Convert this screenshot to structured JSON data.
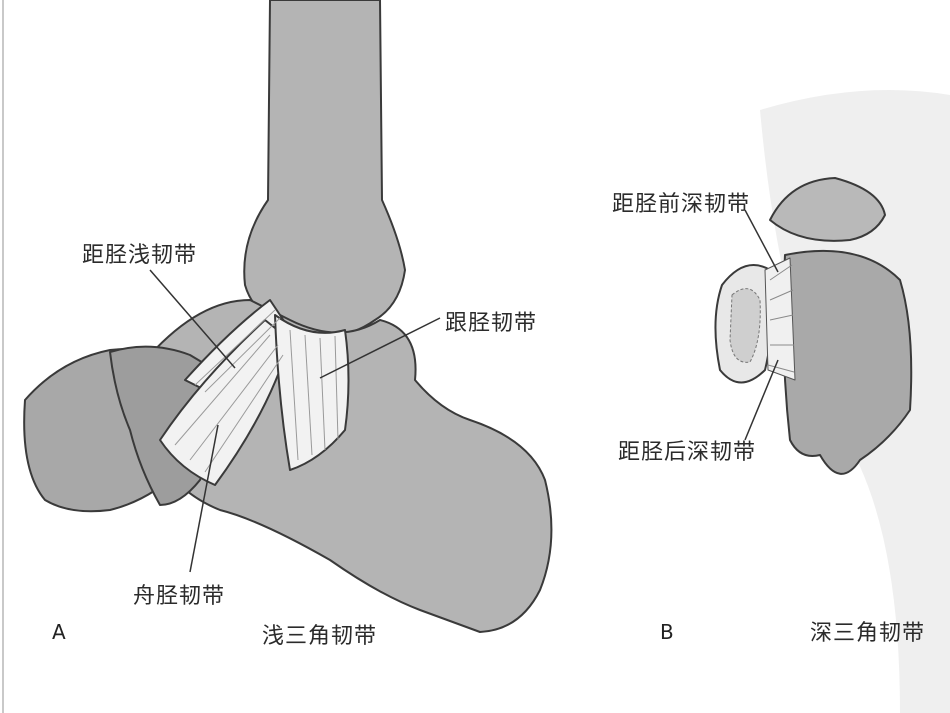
{
  "panels": {
    "a": {
      "letter": "A",
      "caption": "浅三角韧带",
      "labels": {
        "talotibial_superficial": "距胫浅韧带",
        "calcaneotibial": "跟胫韧带",
        "tibionavicular": "舟胫韧带"
      }
    },
    "b": {
      "letter": "B",
      "caption": "深三角韧带",
      "labels": {
        "anterior_deep": "距胫前深韧带",
        "posterior_deep": "距胫后深韧带"
      }
    }
  },
  "colors": {
    "bone": "#b4b4b4",
    "bone_dark": "#8f8f8f",
    "ligament": "#f2f2f2",
    "outline": "#3a3a3a",
    "text": "#2b2b2b"
  }
}
